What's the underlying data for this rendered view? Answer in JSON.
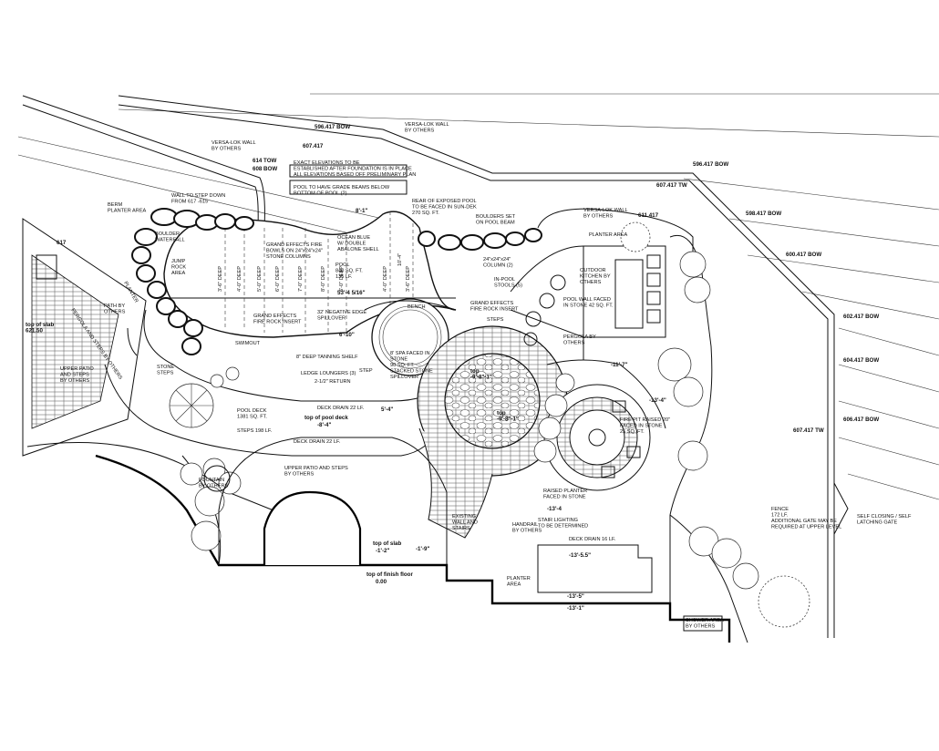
{
  "labels": {
    "versa_lok_wall_left": "VERSA-LOK WALL\nBY OTHERS",
    "versa_lok_wall_top": "VERSA-LOK WALL\nBY OTHERS",
    "versa_lok_wall_right": "VERSA-LOK WALL\nBY OTHERS",
    "elev_596_top": "596.417 BOW",
    "elev_607_top": "607.417",
    "elev_596_right": "596.417 BOW",
    "elev_607_right_tw": "607.417 TW",
    "elev_598_bow": "598.417 BOW",
    "elev_611": "611.417",
    "elev_600_bow": "600.417 BOW",
    "elev_602_bow": "602.417 BOW",
    "elev_604_bow": "604.417 BOW",
    "elev_606_bow": "606.417 BOW",
    "elev_607_tw": "607.417 TW",
    "elev_614_tow": "614 TOW",
    "elev_608_bow": "608 BOW",
    "elev_617": "617",
    "note_elevations": "EXACT ELEVATIONS TO BE\nESTABLISHED AFTER FOUNDATION IS IN PLACE\nALL ELEVATIONS BASED OFF PRELIMINARY PLAN",
    "note_grade_beams": "POOL TO HAVE GRADE BEAMS BELOW\nBOTTOM OF POOL (2)",
    "berm_planter": "BERM\nPLANTER AREA",
    "wall_step_down": "WALL TO STEP DOWN\nFROM 617 -615",
    "boulder_waterfall": "BOULDER\nWATERFALL",
    "jump_rock": "JUMP\nROCK\nAREA",
    "fire_bowls": "GRAND EFFECTS FIRE\nBOWLS ON 24\"x24\"x24\"\nSTONE COLUMNS",
    "ocean_blue": "OCEAN BLUE\nW/ DOUBLE\nABALONE SHELL",
    "pool": "POOL\n840 SQ. FT.\n135 LF.",
    "rear_exposed_pool": "REAR OF EXPOSED POOL\nTO BE FACED IN SUN-DEK\n270 SQ. FT.",
    "boulders_set": "BOULDERS SET\nON POOL BEAM",
    "dim_8_1": "8'-1\"",
    "dim_53_4": "53'-4 5/16\"",
    "dim_10_4": "10'-4\"",
    "depth_3_6": "3'-6\" DEEP",
    "depth_4_0": "4'-0\" DEEP",
    "depth_5_0": "5'-0\" DEEP",
    "depth_6_0": "6'-0\" DEEP",
    "depth_7_0": "7'-0\" DEEP",
    "depth_8_0": "8'-0\" DEEP",
    "depth_6_0b": "6'-0\" DEEP",
    "depth_4_0b": "4'-0\" DEEP",
    "depth_3_6b": "3'-6\" DEEP",
    "planter_area_top": "PLANTER AREA",
    "outdoor_kitchen": "OUTDOOR\nKITCHEN BY\nOTHERS",
    "column": "24\"x24\"x24\"\nCOLUMN (2)",
    "in_pool_stools": "IN-POOL\nSTOOLS (5)",
    "pool_wall_faced": "POOL WALL FACED\nIN STONE 42 SQ. FT.",
    "pergola": "PERGOLA BY\nOTHERS",
    "grand_effects_fire_rock": "GRAND EFFECTS\nFIRE ROCK INSERT",
    "steps_right": "STEPS",
    "negative_edge": "32' NEGATIVE EDGE\nSPILLOVER",
    "bench": "BENCH",
    "fire_rock_insert_left": "GRAND EFFECTS\nFIRE ROCK INSERT",
    "swimout": "SWIMOUT",
    "dim_6_10": "6'-10\"",
    "tanning_shelf": "8\" DEEP TANNING SHELF",
    "ledge_loungers": "LEDGE LOUNGERS (3)",
    "return": "2-1/2\" RETURN",
    "step": "STEP",
    "spa": "8' SPA FACED IN\nSTONE\n90 SQ. FT. ---\nSTACKED STONE\nSPILLOVER",
    "top_spa": "top\n-9'-8\"-1\"",
    "dim_11_7": "-11'-7\"",
    "dim_13_4": "-13'-4\"",
    "fire_pit": "FIRE PIT RAISED 20\"\nFACED IN STONE\n25 SQ. FT.",
    "stone_steps": "STONE\nSTEPS",
    "pool_deck": "POOL DECK\n1381 SQ. FT.",
    "steps_198": "STEPS 198 LF.",
    "deck_drain_22a": "DECK DRAIN 22 LF.",
    "deck_drain_22b": "DECK DRAIN 22 LF.",
    "top_pool_deck": "top of pool deck",
    "dim_8_4": "-8'-4\"",
    "dim_5_4": "5'-4\"",
    "top_spa2": "top\n-9'-8\"-1\"",
    "fountain": "FOUNTAIN\nBY OTHERS",
    "upper_patio": "UPPER PATIO AND STEPS\nBY OTHERS",
    "upper_patio_left": "UPPER PATIO\nAND STEPS\nBY OTHERS",
    "top_slab_left": "top of slab\n621.50",
    "pergola_left": "PERGOLA AND STEPS\nBY OTHERS",
    "path_by_others": "PATH BY\nOTHERS",
    "planter_left": "PLANTER",
    "raised_planter": "RAISED PLANTER\nFACED IN STONE",
    "dim_13_4b": "-13'-4",
    "stair_lighting": "STAIR LIGHTING\nTO BE DETERMINED",
    "handrail": "HANDRAIL\nBY OTHERS",
    "existing_wall": "EXISTING\nWALL AND\nSTAIRS",
    "deck_drain_16": "DECK DRAIN 16 LF.",
    "dim_13_5_5": "-13'-5.5\"",
    "dim_13_5": "-13'-5\"",
    "dim_13_1": "-13'-1\"",
    "planter_area_bottom": "PLANTER\nAREA",
    "top_slab": "top of slab",
    "dim_1_2": "-1'-2\"",
    "dim_1_9": "-1'-9\"",
    "top_finish_floor": "top of finish floor",
    "finish_floor_val": "0.00",
    "fence": "FENCE\n172 LF.\nADDITIONAL GATE MAY BE\nREQUIRED AT UPPER LEVEL",
    "self_closing_gate": "SELF CLOSING / SELF\nLATCHING GATE",
    "shower_area": "SHOWER AREA\nBY OTHERS"
  }
}
